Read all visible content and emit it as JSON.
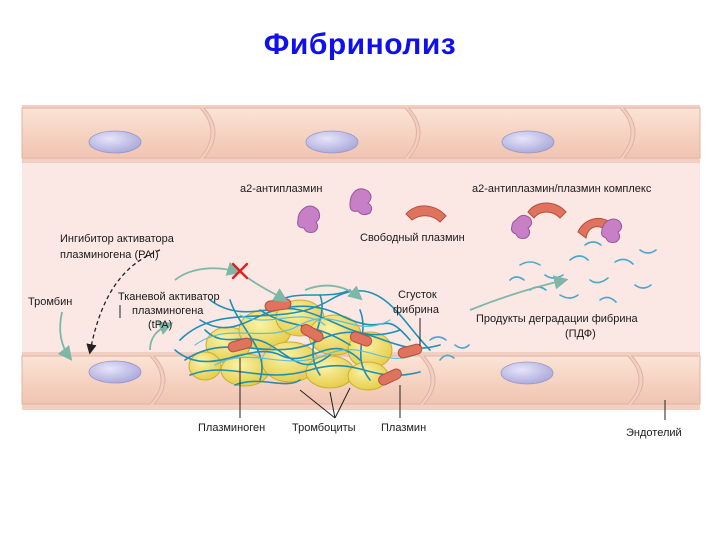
{
  "title": "Фибринолиз",
  "labels": {
    "a2_antiplasmin": "а2-антиплазмин",
    "complex": "а2-антиплазмин/плазмин комплекс",
    "free_plasmin": "Свободный плазмин",
    "pai_line1": "Ингибитор активатора",
    "pai_line2": "плазминогена (PAI)",
    "thrombin": "Тромбин",
    "tpa_line1": "Тканевой активатор",
    "tpa_line2": "плазминогена",
    "tpa_line3": "(tPA)",
    "clot_line1": "Сгусток",
    "clot_line2": "фибрина",
    "fdp_line1": "Продукты деградации фибрина",
    "fdp_line2": "(ПДФ)",
    "plasminogen": "Плазминоген",
    "platelets": "Тромбоциты",
    "plasmin": "Плазмин",
    "endothelium": "Эндотелий"
  },
  "colors": {
    "title": "#1010ee",
    "vessel_lumen": "#fbe6e3",
    "endothelial_cell": "#f8dccd",
    "nucleus": "#c9c8ea",
    "platelet": "#f3e36a",
    "fibrin": "#1f8fb4",
    "plasmin": "#e0735e",
    "antiplasmin": "#c77fc6",
    "inhibit_mark": "#e02020"
  }
}
